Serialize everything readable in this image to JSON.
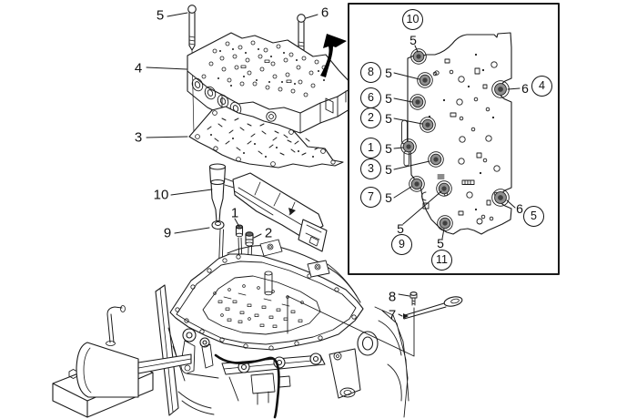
{
  "figure": {
    "type": "exploded-parts-diagram",
    "subject": "transmission control valve body installation",
    "colors": {
      "line": "#1a1a1a",
      "background": "#ffffff",
      "bolt_fill": "#8f8f8f",
      "bolt_core": "#404040"
    }
  },
  "labels": {
    "bolt_top_left": "5",
    "bolt_top_right": "6",
    "valve_body": "4",
    "spacer_plate": "3",
    "filler_tube": "10",
    "seal": "9",
    "pin_1": "1",
    "pin_2": "2",
    "detent_bolt": "8",
    "detent_spring": "7"
  },
  "inset": {
    "description": "valve body bolt tightening sequence view",
    "callouts": [
      {
        "sequence": "10",
        "bolt": "5"
      },
      {
        "sequence": "8",
        "bolt": "5"
      },
      {
        "sequence": "6",
        "bolt": "5"
      },
      {
        "sequence": "2",
        "bolt": "5"
      },
      {
        "sequence": "1",
        "bolt": "5"
      },
      {
        "sequence": "3",
        "bolt": "5"
      },
      {
        "sequence": "7",
        "bolt": "5"
      },
      {
        "sequence": "9",
        "bolt": "5"
      },
      {
        "sequence": "11",
        "bolt": "5"
      },
      {
        "sequence": "4",
        "bolt": "6"
      },
      {
        "sequence": "5",
        "bolt": "6"
      }
    ]
  }
}
